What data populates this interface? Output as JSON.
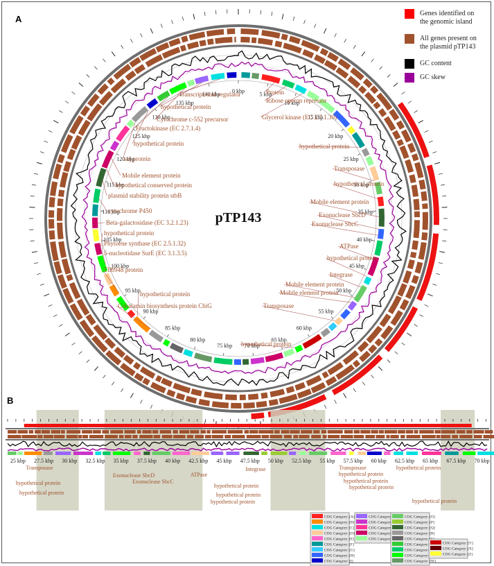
{
  "panel_a": {
    "letter": "A",
    "plasmid_name": "pTP143",
    "legend": [
      {
        "label": "Genes identified on the genomic island",
        "color": "#ff0000"
      },
      {
        "label": "All genes present on the plasmid pTP143",
        "color": "#a0522d"
      },
      {
        "label": "GC content",
        "color": "#000000"
      },
      {
        "label": "GC skew",
        "color": "#990099"
      }
    ],
    "kbp_labels": [
      "0 kbp",
      "5 kbp",
      "10 kbp",
      "15 kbp",
      "20 kbp",
      "25 kbp",
      "30 kbp",
      "35 kbp",
      "40 kbp",
      "45 kbp",
      "50 kbp",
      "55 kbp",
      "60 kbp",
      "65 kbp",
      "70 kbp",
      "75 kbp",
      "80 kbp",
      "85 kbp",
      "90 kbp",
      "95 kbp",
      "100 kbp",
      "105 kbp",
      "110 kbp",
      "115 kbp",
      "120 kbp",
      "125 kbp",
      "130 kbp",
      "135 kbp",
      "140 kbp"
    ],
    "gene_labels": [
      "Protein",
      "Ribose operon repressor",
      "Glycerol kinase (EC 2.7.1.30)",
      "hypothetical protein",
      "Transposase",
      "hypothetical protein",
      "Mobile element protein",
      "Exonuclease SbcD",
      "Exonuclease SbcC",
      "ATPase",
      "hypothetical protein",
      "Integrase",
      "Mobile element protein",
      "Mobile element protein",
      "Transposase",
      "hypothetical protein",
      "Transcriptional regulator",
      "hypothetical protein",
      "Cytochrome c-552 precursor",
      "Fructokinase (EC 2.7.1.4)",
      "hypothetical protein",
      "soj protein",
      "Mobile element protein",
      "hypothetical conserved protein",
      "plasmid stability protein stbB",
      "cytochrome P450",
      "Beta-galactosidase (EC 3.2.1.23)",
      "hypothetical protein",
      "Phytoene synthase (EC 2.5.1.32)",
      "5-nucleotidase SurE (EC 3.1.3.5)",
      "Tll0948 protein",
      "hypothetical protein",
      "Cobalamin biosynthesis protein CbiG"
    ]
  },
  "panel_b": {
    "letter": "B",
    "kbp_labels": [
      "25 kbp",
      "27.5 kbp",
      "30 kbp",
      "32.5 kbp",
      "35 kbp",
      "37.5 kbp",
      "40 kbp",
      "42.5 kbp",
      "45 kbp",
      "47.5 kbp",
      "50 kbp",
      "52.5 kbp",
      "55 kbp",
      "57.5 kbp",
      "60 kbp",
      "62.5 kbp",
      "65 kbp",
      "67.5 kbp",
      "70 kbp"
    ],
    "gene_labels": [
      "Transposase",
      "hypothetical protein",
      "hypothetical protein",
      "Exonuclease SbcD",
      "Exonuclease SbcC",
      "ATPase",
      "Integrase",
      "hypothetical protein",
      "hypothetical protein",
      "hypothetical protein",
      "Transposase",
      "hypothetical protein",
      "hypothetical protein",
      "hypothetical protein",
      "hypothetical protein",
      "hypothetical protein"
    ],
    "cog_legend": [
      {
        "label": "COG Category: [A]",
        "color": "#ff2020"
      },
      {
        "label": "COG Category: [B]",
        "color": "#ff8c00"
      },
      {
        "label": "COG Category: [C]",
        "color": "#00e0e0"
      },
      {
        "label": "COG Category: [D]",
        "color": "#ffcc99"
      },
      {
        "label": "COG Category: [E]",
        "color": "#ff66cc"
      },
      {
        "label": "COG Category: [F]",
        "color": "#009999"
      },
      {
        "label": "COG Category: [G]",
        "color": "#33ccff"
      },
      {
        "label": "COG Category: [H]",
        "color": "#3366ff"
      },
      {
        "label": "COG Category: [I]",
        "color": "#0000cc"
      },
      {
        "label": "COG Category: [J]",
        "color": "#9966ff"
      },
      {
        "label": "COG Category: [K]",
        "color": "#cc33cc"
      },
      {
        "label": "COG Category: [L]",
        "color": "#ff3399"
      },
      {
        "label": "COG Category: [M]",
        "color": "#cc0066"
      },
      {
        "label": "COG Category: [N]",
        "color": "#99ff99"
      },
      {
        "label": "COG Category: [O]",
        "color": "#66cc66"
      },
      {
        "label": "COG Category: [P]",
        "color": "#99cc33"
      },
      {
        "label": "COG Category: [Q]",
        "color": "#336633"
      },
      {
        "label": "COG Category: [R]",
        "color": "#999999"
      },
      {
        "label": "COG Category: [S]",
        "color": "#666666"
      },
      {
        "label": "COG Category: [T]",
        "color": "#33cc33"
      },
      {
        "label": "COG Category: [U]",
        "color": "#00cc66"
      },
      {
        "label": "COG Category: [V]",
        "color": "#00ff00"
      },
      {
        "label": "COG Category: [W]",
        "color": "#669966"
      },
      {
        "label": "COG Category: [Y]",
        "color": "#cc0000"
      },
      {
        "label": "COG Category: [Z]",
        "color": "#ffff33"
      },
      {
        "label": "COG Category: [X]",
        "color": "#660000"
      }
    ]
  }
}
